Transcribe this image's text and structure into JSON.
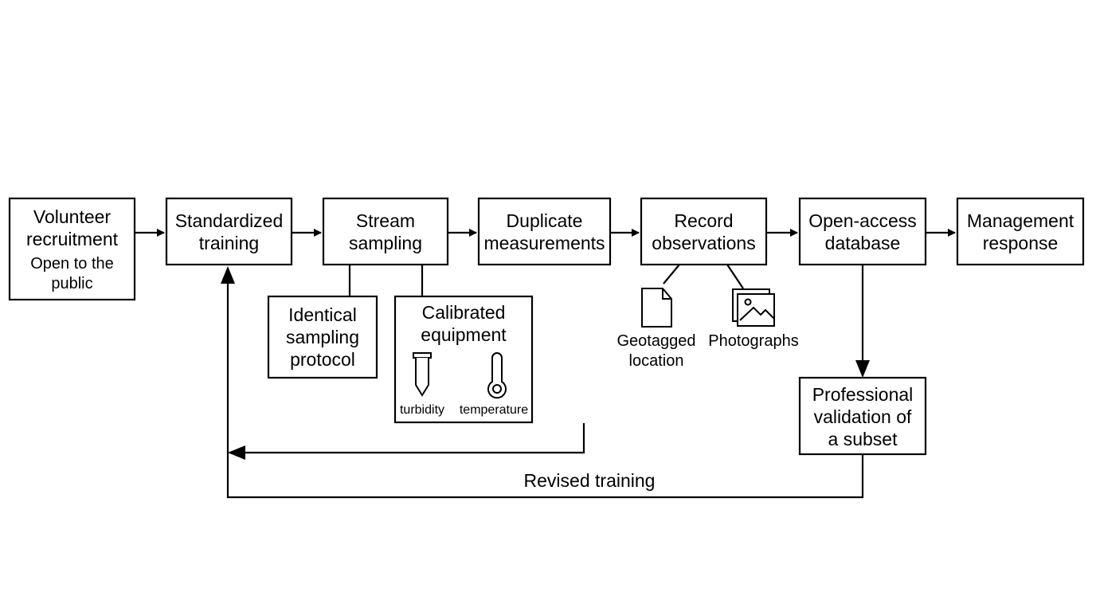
{
  "boxes": {
    "volunteer": {
      "line1": "Volunteer",
      "line2": "recruitment",
      "sub1": "Open to the",
      "sub2": "public"
    },
    "training": {
      "line1": "Standardized",
      "line2": "training"
    },
    "sampling": {
      "line1": "Stream",
      "line2": "sampling"
    },
    "duplicate": {
      "line1": "Duplicate",
      "line2": "measurements"
    },
    "record": {
      "line1": "Record",
      "line2": "observations"
    },
    "database": {
      "line1": "Open-access",
      "line2": "database"
    },
    "management": {
      "line1": "Management",
      "line2": "response"
    },
    "protocol": {
      "line1": "Identical",
      "line2": "sampling",
      "line3": "protocol"
    },
    "equipment": {
      "line1": "Calibrated",
      "line2": "equipment",
      "icon1_label": "turbidity",
      "icon2_label": "temperature"
    },
    "validation": {
      "line1": "Professional",
      "line2": "validation of",
      "line3": "a subset"
    }
  },
  "record_items": {
    "geotag": {
      "line1": "Geotagged",
      "line2": "location"
    },
    "photos": {
      "line1": "Photographs"
    }
  },
  "feedback_label": "Revised training",
  "icons": [
    "turbidity-vial-icon",
    "thermometer-icon",
    "document-icon",
    "photographs-icon"
  ]
}
